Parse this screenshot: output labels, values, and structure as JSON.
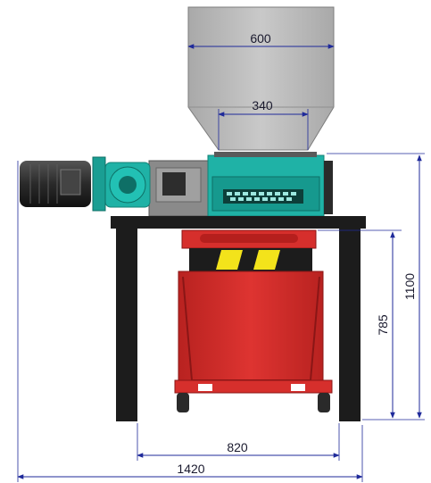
{
  "drawing": {
    "dimensions": {
      "hopper_top_width": "600",
      "hopper_throat_width": "340",
      "overall_height": "1100",
      "frame_height": "785",
      "inner_frame_width": "820",
      "overall_width": "1420"
    },
    "colors": {
      "dimension_line": "#1f2a9a",
      "hopper": "#b9b9b9",
      "shredder_body": "#1fb2a6",
      "motor": "#2a2a2a",
      "frame": "#1c1c1c",
      "bin": "#d62f2c",
      "warning_stripe": "#f3e31b"
    }
  }
}
